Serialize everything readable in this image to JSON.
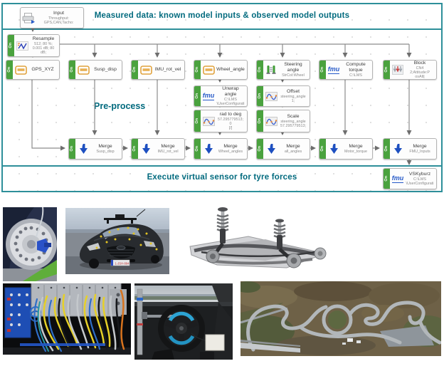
{
  "banners": {
    "top": "Measured data: known model inputs & observed model outputs",
    "bottom": "Execute virtual sensor for tyre forces",
    "preprocess": "Pre-process"
  },
  "on_label": "On",
  "fmu_logo": "fmu",
  "colors": {
    "teal_text": "#016a7e",
    "teal_border": "#2e8f9a",
    "on_green": "#4aa23e",
    "merge_blue": "#1d4fc0",
    "channel_orange": "#e0a23c"
  },
  "blocks": {
    "input": {
      "l1": "Input",
      "l2": "Throughput:",
      "l3": "GPS,CAN,Tacho:"
    },
    "resample": {
      "l1": "Resample",
      "l2": "512; 80 %;",
      "l3": "0.001 dB; 80 dB;"
    },
    "gps": {
      "l1": "GPS_XYZ"
    },
    "susp": {
      "l1": "Susp_disp"
    },
    "imu": {
      "l1": "IMU_rot_vel"
    },
    "wheel": {
      "l1": "Wheel_angle"
    },
    "steering": {
      "l1": "Steering angle",
      "l2": "StrCol:Wheel"
    },
    "torque": {
      "l1": "Compute torque",
      "l2": "C:\\LMS"
    },
    "cn4": {
      "l1": "Block",
      "l2": "CN4 2;Attitude:P",
      "l3": "osAlt|"
    },
    "unwrap": {
      "l1": "Unwrap angle",
      "l2": "C:\\LMS",
      "l3": "\\UserConfigurati"
    },
    "rad2deg": {
      "l1": "rad to deg",
      "l2": "57.295779513; 0",
      "l3": "[/]"
    },
    "offset": {
      "l1": "Offset",
      "l2": "steering_angle",
      "l3": "1;"
    },
    "scale": {
      "l1": "Scale",
      "l2": "steering_angle",
      "l3": "57.295779513;"
    },
    "merge_susp": {
      "l1": "Merge",
      "l2": "Susp_disp"
    },
    "merge_imu": {
      "l1": "Merge",
      "l2": "IMU_rot_vel"
    },
    "merge_wheel": {
      "l1": "Merge",
      "l2": "Wheel_angles"
    },
    "merge_all": {
      "l1": "Merge",
      "l2": "all_angles"
    },
    "merge_torque": {
      "l1": "Merge",
      "l2": "Motor_torque"
    },
    "merge_fmu": {
      "l1": "Merge",
      "l2": "FMU_Inputs"
    },
    "vskyburz": {
      "l1": "VSKyburz",
      "l2": "C:\\LMS",
      "l3": "\\UserConfigurati"
    }
  },
  "license_plate": "1-JSH-894"
}
